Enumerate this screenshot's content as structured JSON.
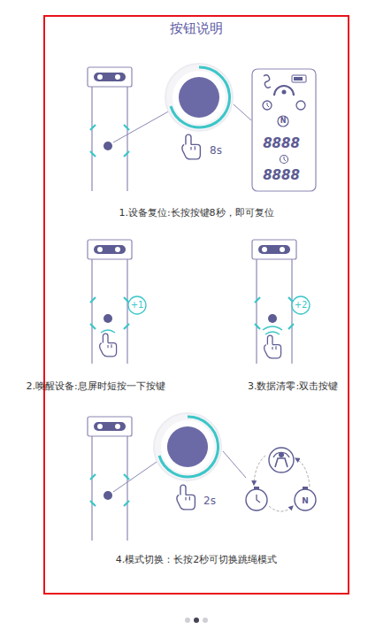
{
  "diagram": {
    "title": "按钮说明",
    "labels": [
      "N",
      "8888",
      "8888",
      "8s",
      "1.设备复位:长按按键8秒，即可复位",
      "+1",
      "+2",
      "2.唤醒设备:息屏时短按一下按键",
      "3.数据清零:双击按键",
      "2s",
      "N",
      "4.模式切换：长按2秒可切换跳绳模式"
    ]
  }
}
